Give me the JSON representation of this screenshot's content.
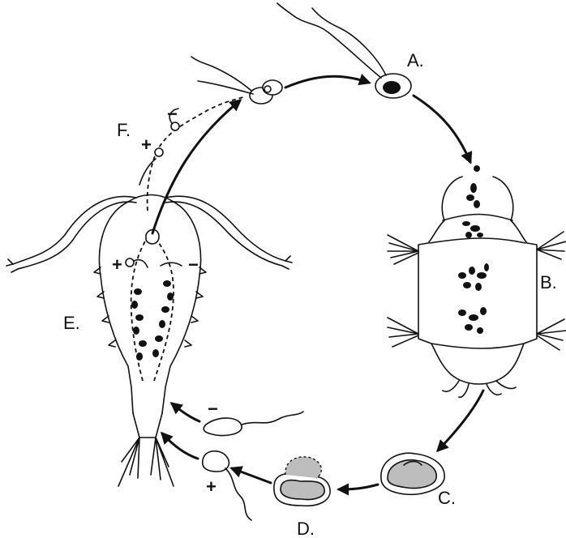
{
  "labels": {
    "a": "A.",
    "b": "B.",
    "c": "C.",
    "d": "D.",
    "e": "E.",
    "f": "F."
  },
  "signs": {
    "f_minus": "−",
    "f_plus": "+",
    "e_plus": "+",
    "e_minus": "−",
    "gamete_minus": "−",
    "gamete_plus": "+"
  }
}
